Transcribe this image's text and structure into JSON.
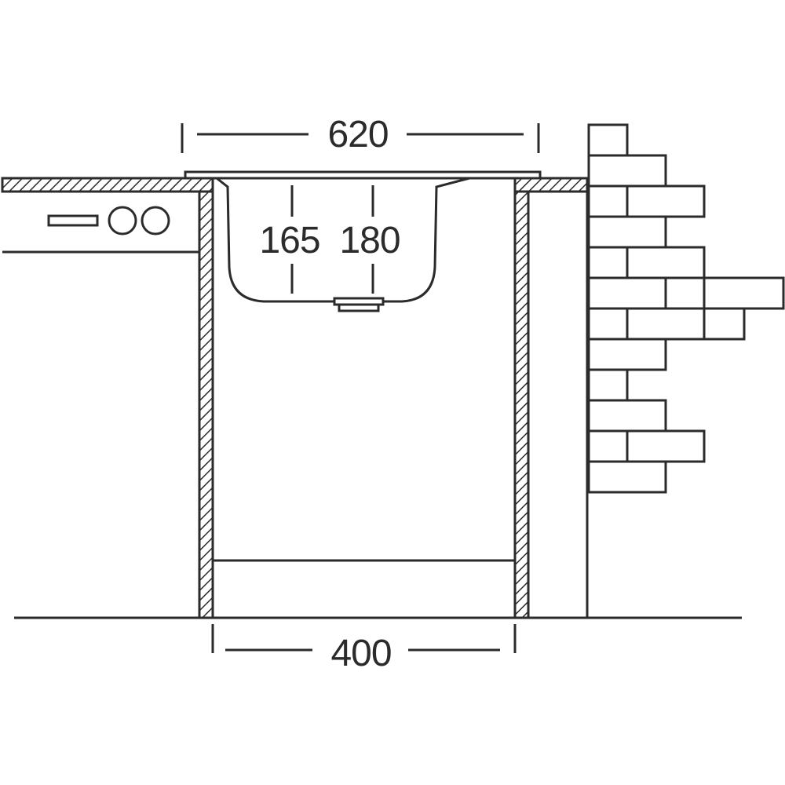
{
  "drawing": {
    "dimensions": {
      "overall_width": "620",
      "bowl_depth_1": "165",
      "bowl_depth_2": "180",
      "cabinet_width": "400"
    }
  },
  "colors": {
    "line": "#2b2b2b",
    "background": "#ffffff"
  }
}
